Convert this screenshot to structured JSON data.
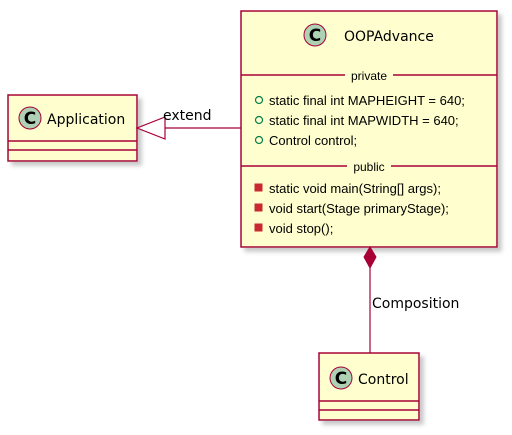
{
  "diagram": {
    "colors": {
      "class_fill": "#FEFECE",
      "class_border": "#A80036",
      "stereotype_circle": "#ADD1B2",
      "public_marker": "#038048",
      "private_marker": "#C82930",
      "shadow": "#C8C8C8"
    },
    "classes": {
      "application": {
        "stereotype": "C",
        "name": "Application"
      },
      "oopadvance": {
        "stereotype": "C",
        "name": "OOPAdvance",
        "sections": [
          {
            "label": "private",
            "members": [
              {
                "visibility": "public",
                "text": "static final int MAPHEIGHT = 640;"
              },
              {
                "visibility": "public",
                "text": "static final int MAPWIDTH = 640;"
              },
              {
                "visibility": "public",
                "text": "Control control;"
              }
            ]
          },
          {
            "label": "public",
            "members": [
              {
                "visibility": "private",
                "text": "static void main(String[] args);"
              },
              {
                "visibility": "private",
                "text": "void start(Stage primaryStage);"
              },
              {
                "visibility": "private",
                "text": "void stop();"
              }
            ]
          }
        ]
      },
      "control": {
        "stereotype": "C",
        "name": "Control"
      }
    },
    "relations": {
      "extend": {
        "label": "extend",
        "type": "generalization"
      },
      "composition": {
        "label": "Composition",
        "type": "composition"
      }
    }
  }
}
